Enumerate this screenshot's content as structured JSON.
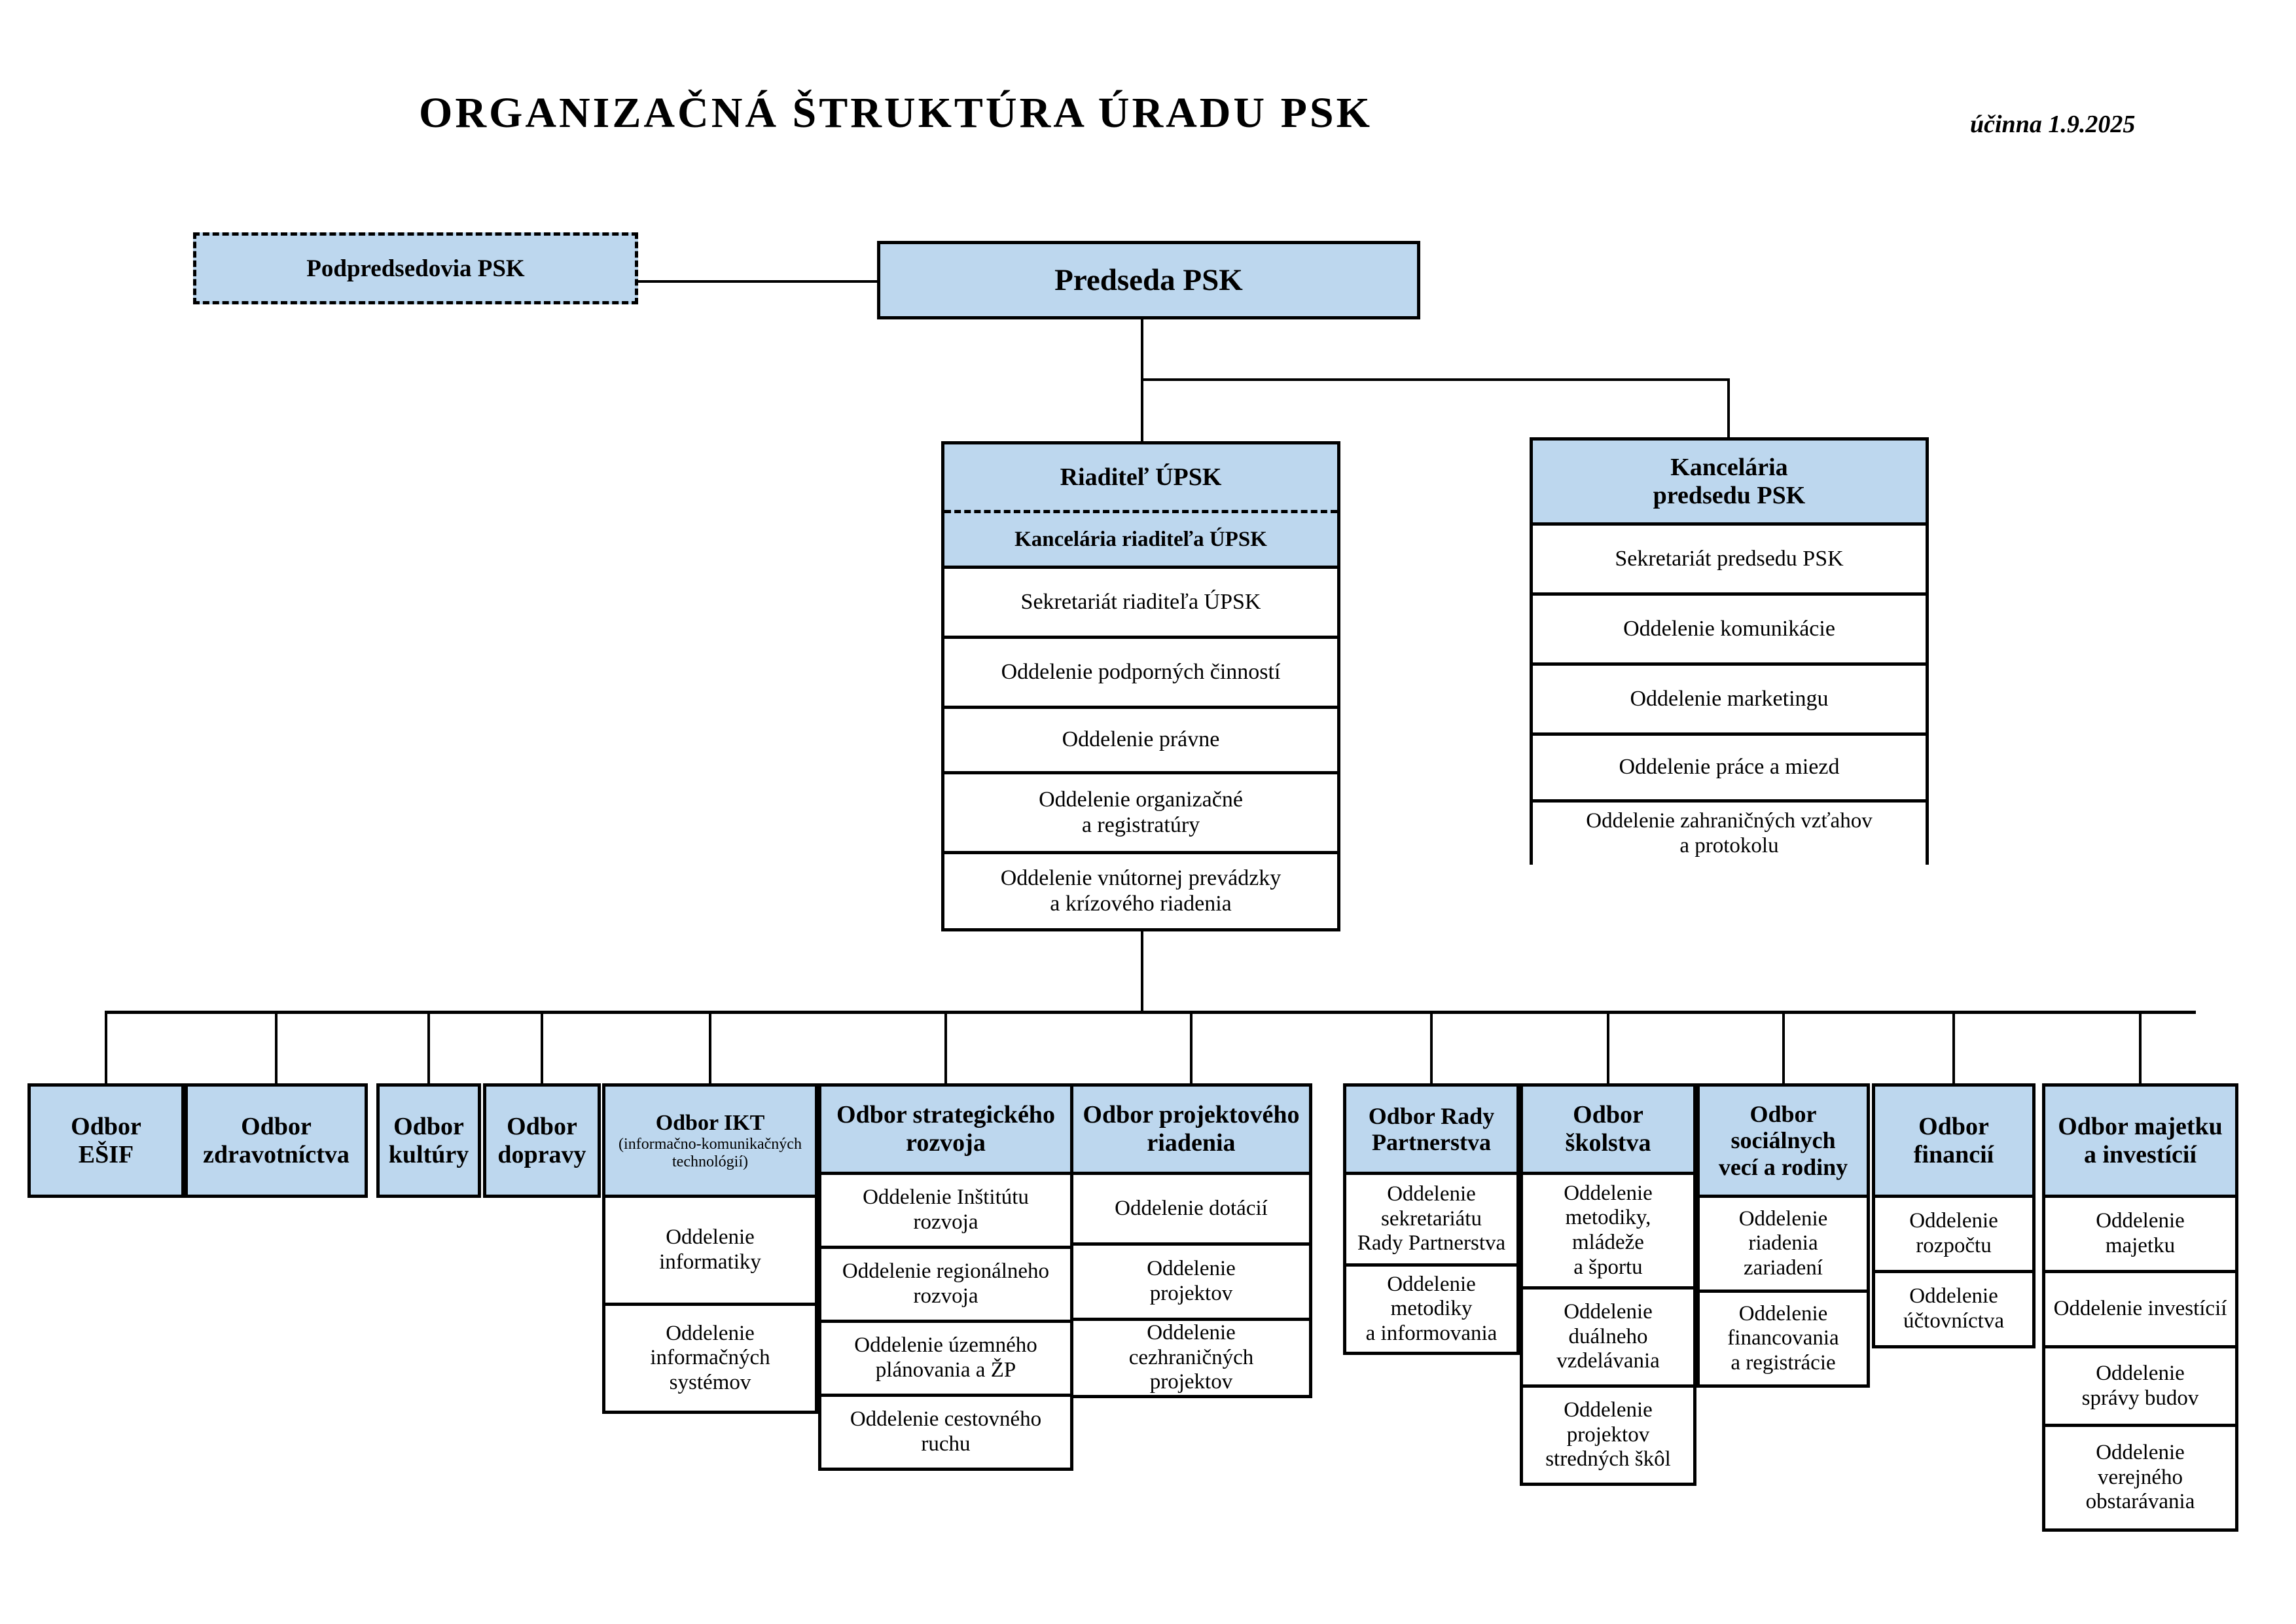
{
  "title": "ORGANIZAČNÁ ŠTRUKTÚRA ÚRADU PSK",
  "effective_date": "účinna 1.9.2025",
  "colors": {
    "header_fill": "#bdd7ee",
    "border": "#000000",
    "row_fill": "#ffffff"
  },
  "top": {
    "vice_chairs": {
      "label": "Podpredsedovia PSK",
      "style": "dashed"
    },
    "chairman": {
      "label": "Predseda PSK"
    }
  },
  "director_office": {
    "header": "Riaditeľ ÚPSK",
    "subheader": "Kancelária riaditeľa ÚPSK",
    "units": [
      "Sekretariát riaditeľa ÚPSK",
      "Oddelenie podporných činností",
      "Oddelenie právne",
      "Oddelenie organizačné\na registratúry",
      "Oddelenie vnútornej  prevádzky\na krízového riadenia"
    ]
  },
  "chairman_office": {
    "header": "Kancelária\npredsedu PSK",
    "units": [
      "Sekretariát predsedu PSK",
      "Oddelenie komunikácie",
      "Oddelenie marketingu",
      "Oddelenie  práce a miezd",
      "Oddelenie zahraničných vzťahov\na protokolu"
    ]
  },
  "departments": [
    {
      "name": "Odbor\nEŠIF",
      "subtitle": "",
      "units": []
    },
    {
      "name": "Odbor\nzdravotníctva",
      "subtitle": "",
      "units": []
    },
    {
      "name": "Odbor\nkultúry",
      "subtitle": "",
      "units": []
    },
    {
      "name": "Odbor\ndopravy",
      "subtitle": "",
      "units": []
    },
    {
      "name": "Odbor IKT",
      "subtitle": "(informačno-komunikačných\ntechnológií)",
      "units": [
        "Oddelenie\ninformatiky",
        "Oddelenie\ninformačných\nsystémov"
      ]
    },
    {
      "name": "Odbor strategického\nrozvoja",
      "subtitle": "",
      "units": [
        "Oddelenie Inštitútu\nrozvoja",
        "Oddelenie regionálneho\nrozvoja",
        "Oddelenie územného\nplánovania a ŽP",
        "Oddelenie cestovného\nruchu"
      ]
    },
    {
      "name": "Odbor projektového\nriadenia",
      "subtitle": "",
      "units": [
        "Oddelenie dotácií",
        "Oddelenie\nprojektov",
        "Oddelenie\ncezhraničných\nprojektov"
      ]
    },
    {
      "name": "Odbor Rady\nPartnerstva",
      "subtitle": "",
      "units": [
        "Oddelenie\nsekretariátu\nRady Partnerstva",
        "Oddelenie\nmetodiky\na informovania"
      ]
    },
    {
      "name": "Odbor\nškolstva",
      "subtitle": "",
      "units": [
        "Oddelenie\nmetodiky,\nmládeže\na športu",
        "Oddelenie\nduálneho\nvzdelávania",
        "Oddelenie\nprojektov\nstredných škôl"
      ]
    },
    {
      "name": "Odbor\nsociálnych\nvecí a rodiny",
      "subtitle": "",
      "units": [
        "Oddelenie\nriadenia\nzariadení",
        "Oddelenie\nfinancovania\na registrácie"
      ]
    },
    {
      "name": "Odbor\nfinancií",
      "subtitle": "",
      "units": [
        "Oddelenie\nrozpočtu",
        "Oddelenie\núčtovníctva"
      ]
    },
    {
      "name": "Odbor majetku\na investícií",
      "subtitle": "",
      "units": [
        "Oddelenie\nmajetku",
        "Oddelenie investícií",
        "Oddelenie\nsprávy budov",
        "Oddelenie\nverejného\nobstarávania"
      ]
    }
  ]
}
